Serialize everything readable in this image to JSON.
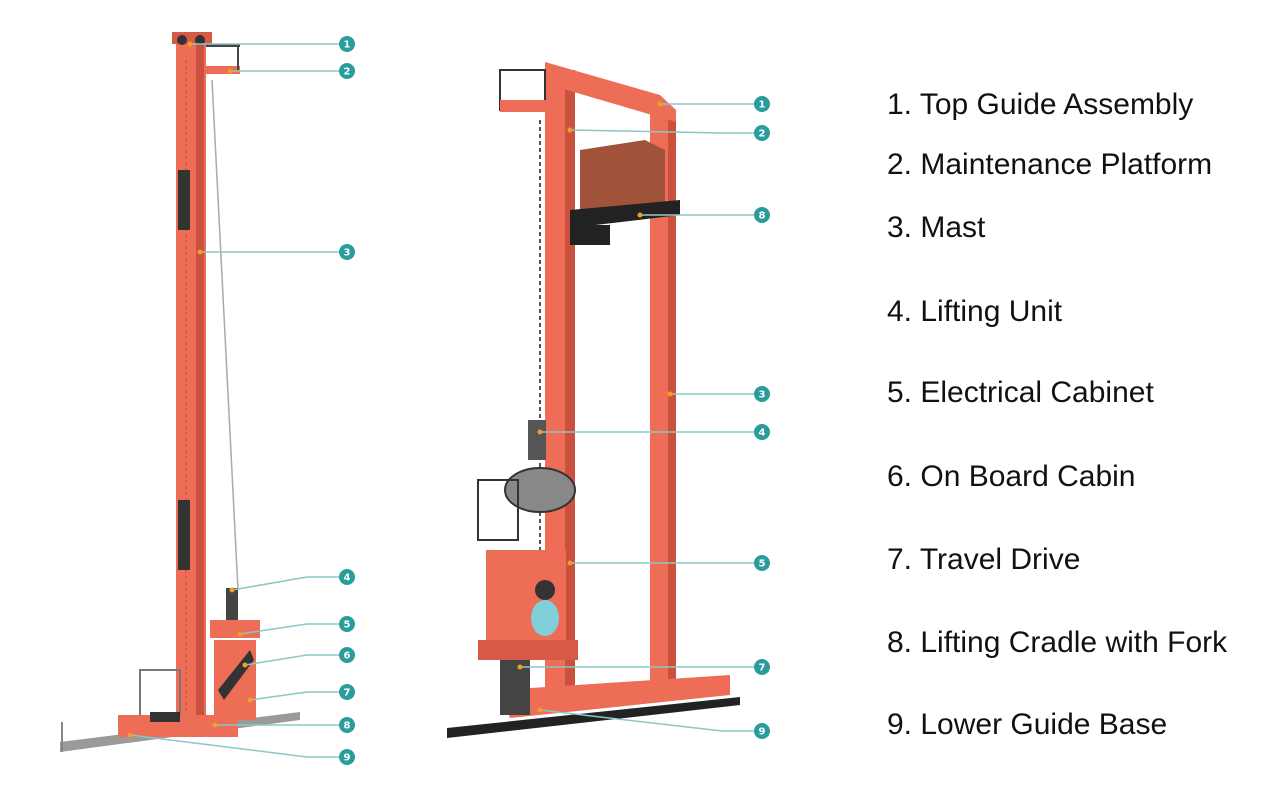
{
  "title": "Stacker Crane Components",
  "legend": [
    "1. Top Guide Assembly",
    "2. Maintenance Platform",
    "3.  Mast",
    "4. Lifting Unit",
    "5. Electrical Cabinet",
    "6. On Board Cabin",
    "7.  Travel Drive",
    "8. Lifting Cradle with Fork",
    "9. Lower Guide Base"
  ],
  "left_crane_callouts": [
    "1",
    "2",
    "3",
    "4",
    "5",
    "6",
    "7",
    "8",
    "9"
  ],
  "right_crane_callouts": [
    "1",
    "2",
    "8",
    "3",
    "4",
    "5",
    "7",
    "9"
  ],
  "colors": {
    "crane": "#ee6d57",
    "crane_dark": "#c9513e",
    "callout": "#2a9c9c",
    "leader": "#8cc7c7",
    "frame": "#222222"
  }
}
